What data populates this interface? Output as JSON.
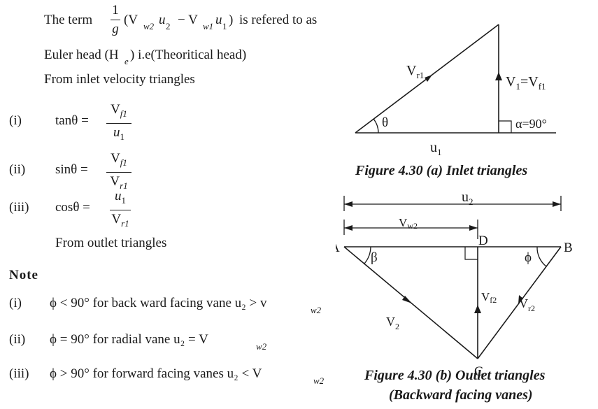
{
  "intro": {
    "term_prefix": "The term",
    "term_frac_num": "1",
    "term_frac_den": "g",
    "term_expr": "(V",
    "term_w2": "w2",
    "term_u2": "u",
    "term_minus": "− V",
    "term_w1": "w1",
    "term_u1": "u",
    "term_suffix": "is refered to as",
    "euler_line": "Euler head (H",
    "euler_sub": "e",
    "euler_rest": ") i.e(Theoritical head)",
    "inlet_heading": "From inlet velocity triangles"
  },
  "equations": [
    {
      "label": "(i)",
      "fn": "tanθ =",
      "num_main": "V",
      "num_sub": "f1",
      "den_main": "u",
      "den_sub": "1"
    },
    {
      "label": "(ii)",
      "fn": "sinθ =",
      "num_main": "V",
      "num_sub": "f1",
      "den_main": "V",
      "den_sub": "r1"
    },
    {
      "label": "(iii)",
      "fn": "cosθ =",
      "num_main": "u",
      "num_sub": "1",
      "den_main": "V",
      "den_sub": "r1"
    }
  ],
  "outlet_heading": "From outlet triangles",
  "note": {
    "title": "Note",
    "items": [
      {
        "label": "(i)",
        "text": "ϕ < 90° for back ward facing vane u₂ > v",
        "sub": "w2"
      },
      {
        "label": "(ii)",
        "text": "ϕ = 90° for radial vane u₂ = V",
        "sub": "w2"
      },
      {
        "label": "(iii)",
        "text": "ϕ > 90° for forward facing vanes u₂ < V",
        "sub": "w2"
      }
    ]
  },
  "figure_a": {
    "labels": {
      "vr1": "V",
      "vr1_sub": "r1",
      "v1": "V",
      "v1_sub": "1",
      "eq": "=V",
      "vf1_sub": "f1",
      "theta": "θ",
      "alpha": "α=90°",
      "u1": "u",
      "u1_sub": "1"
    },
    "caption": "Figure 4.30 (a) Inlet triangles"
  },
  "figure_b": {
    "labels": {
      "u2": "u",
      "u2_sub": "2",
      "vw2": "V",
      "vw2_sub": "w2",
      "A": "A",
      "B": "B",
      "C": "C",
      "D": "D",
      "beta": "β",
      "phi": "ϕ",
      "v2": "V",
      "v2_sub": "2",
      "vf2": "V",
      "vf2_sub": "f2",
      "vr2": "V",
      "vr2_sub": "r2"
    },
    "caption_line1": "Figure 4.30 (b) Outlet triangles",
    "caption_line2": "(Backward facing vanes)"
  }
}
